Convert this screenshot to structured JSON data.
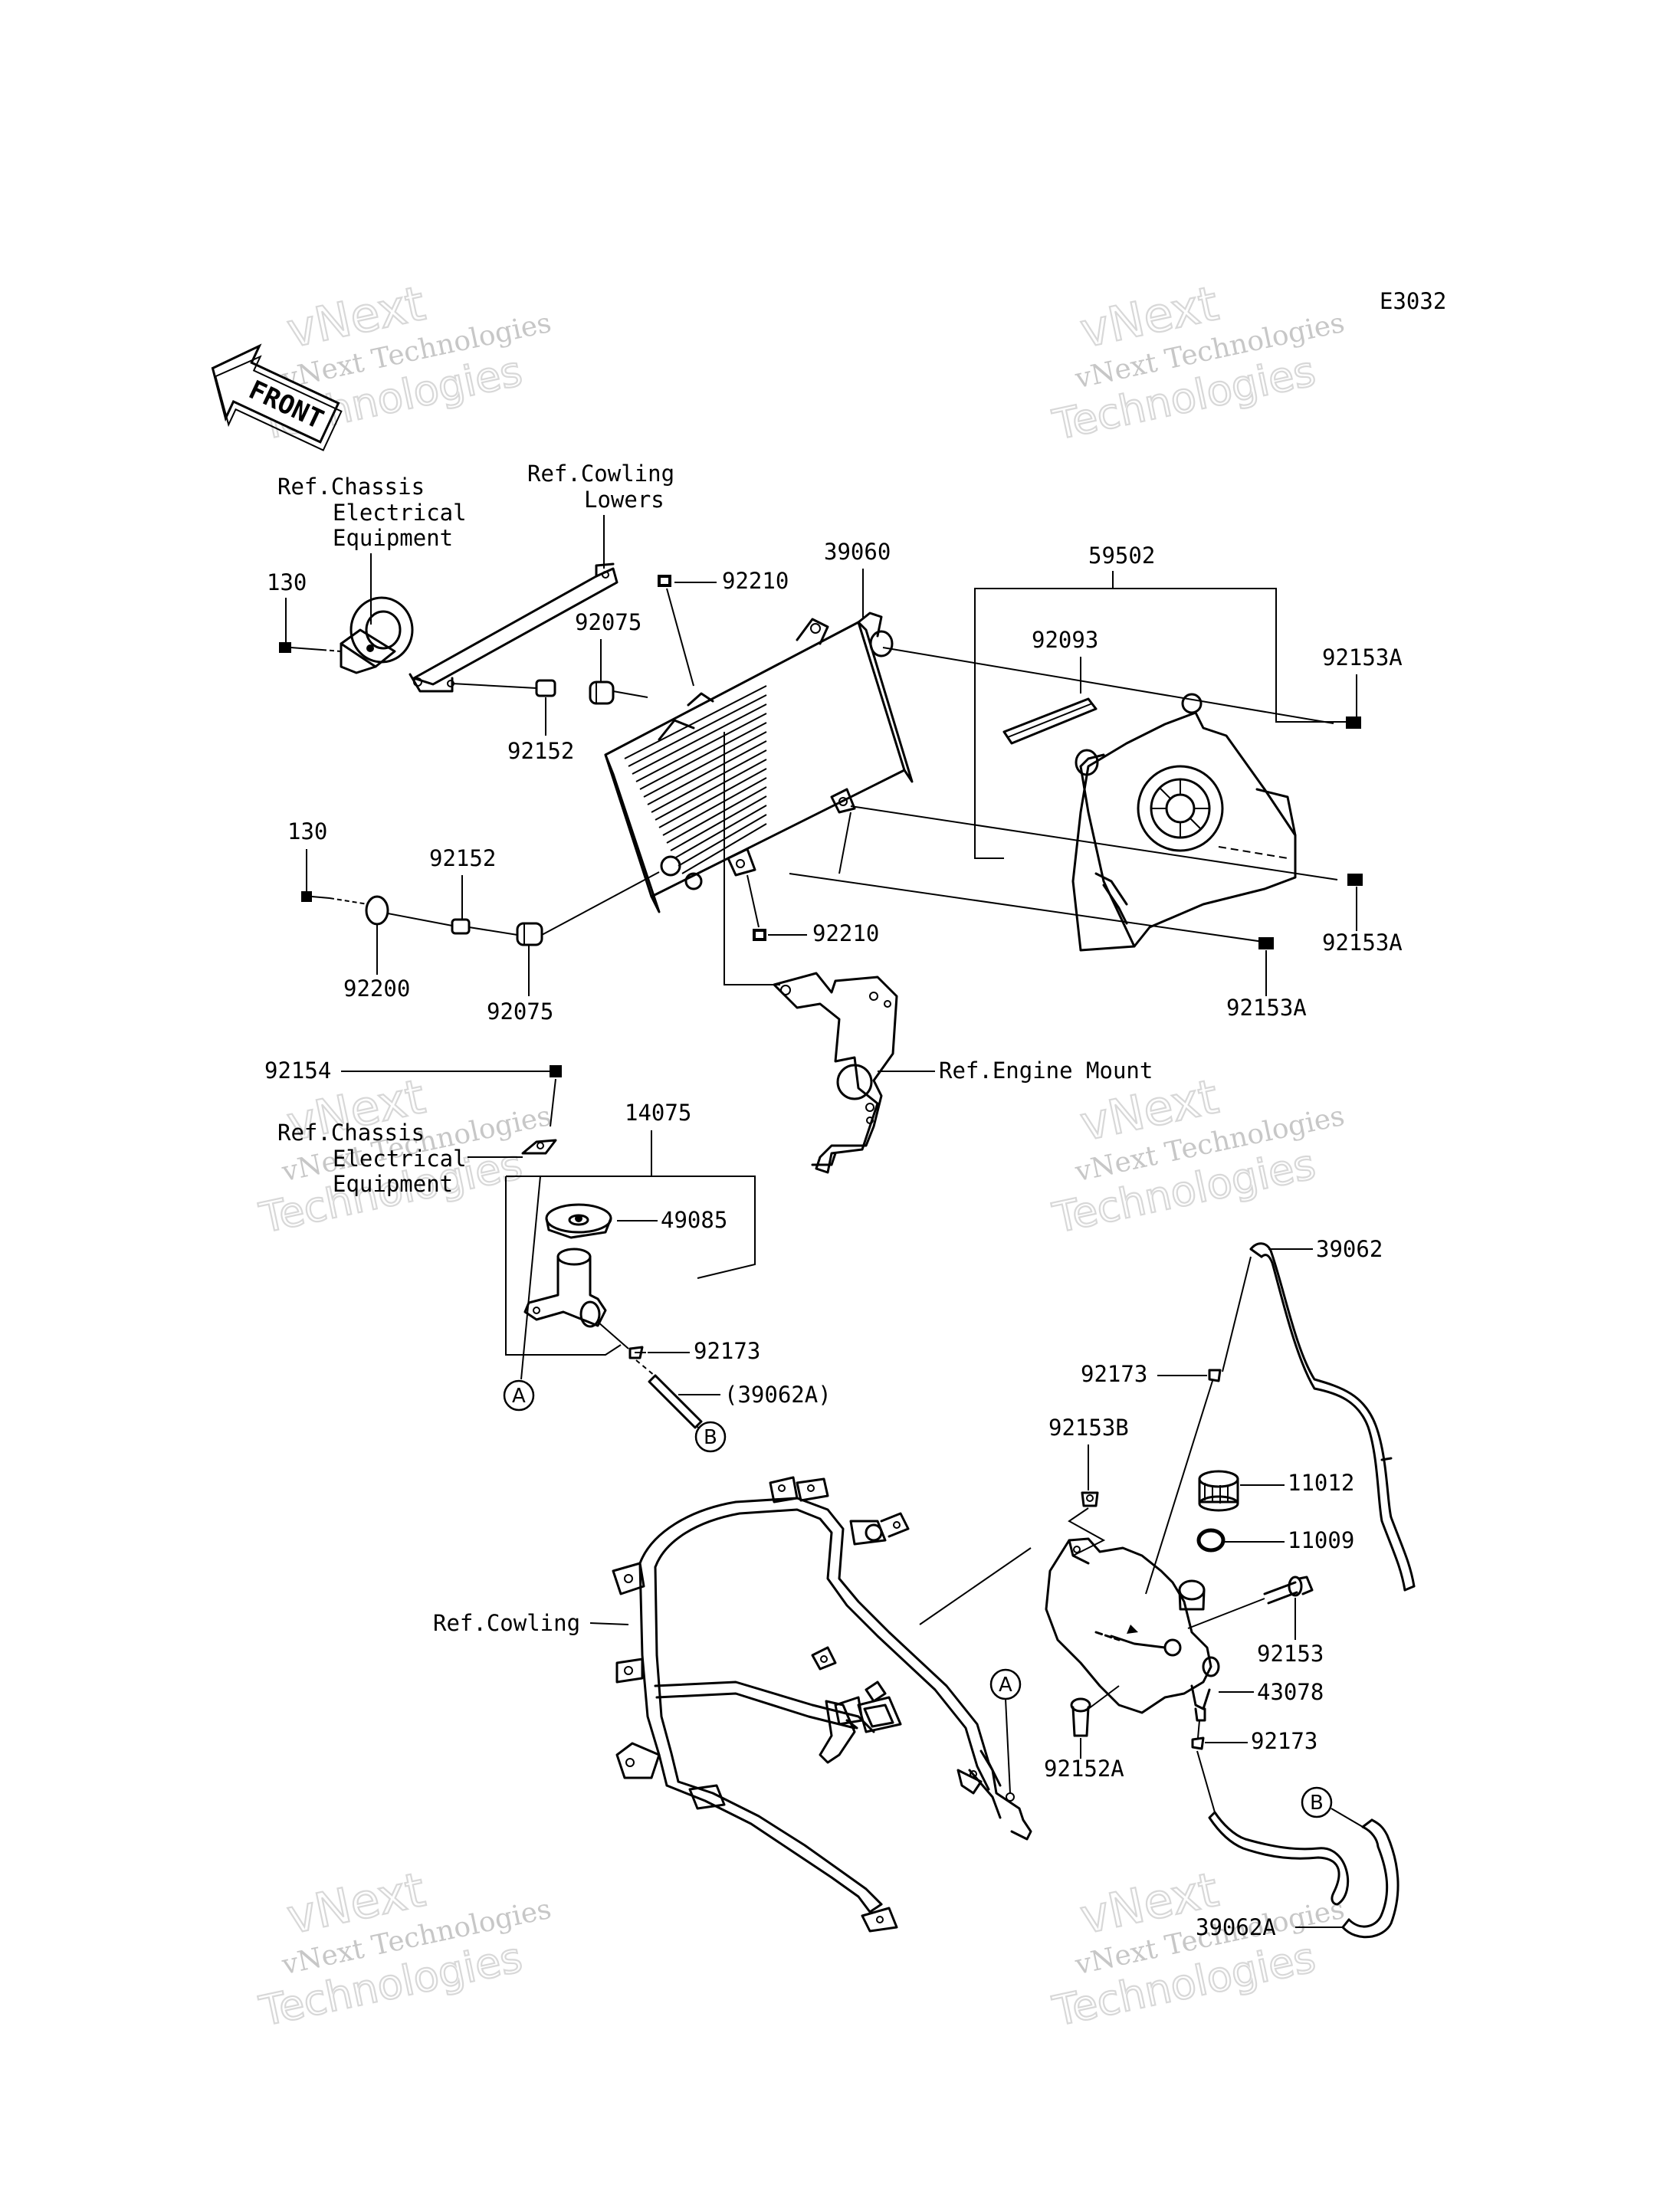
{
  "diagram_code": "E3032",
  "front_arrow_label": "FRONT",
  "watermark": {
    "line1": "vNext Technologies",
    "line2": "vNext",
    "line3": "Technologies"
  },
  "refs": {
    "chassis_electrical": [
      "Ref.Chassis",
      "Electrical",
      "Equipment"
    ],
    "cowling_lowers": [
      "Ref.Cowling",
      "Lowers"
    ],
    "engine_mount": "Ref.Engine Mount",
    "chassis_electrical_2": [
      "Ref.Chassis",
      "Electrical",
      "Equipment"
    ],
    "cowling": "Ref.Cowling"
  },
  "part_numbers": {
    "p130_top": "130",
    "p92152_top": "92152",
    "p92075_top": "92075",
    "p92210_top": "92210",
    "p39060": "39060",
    "p59502": "59502",
    "p92093": "92093",
    "p92153A_1": "92153A",
    "p92153A_2": "92153A",
    "p92153A_3": "92153A",
    "p130_bottom": "130",
    "p92152_bottom": "92152",
    "p92200": "92200",
    "p92075_bottom": "92075",
    "p92210_bottom": "92210",
    "p92154": "92154",
    "p14075": "14075",
    "p49085": "49085",
    "p92173_a": "92173",
    "p39062A_paren": "(39062A)",
    "p39062": "39062",
    "p92173_b": "92173",
    "p92153B": "92153B",
    "p11012": "11012",
    "p11009": "11009",
    "p92153": "92153",
    "p43078": "43078",
    "p92152A": "92152A",
    "p92173_c": "92173",
    "p39062A": "39062A"
  },
  "connector_marks": {
    "A": "A",
    "B": "B"
  }
}
